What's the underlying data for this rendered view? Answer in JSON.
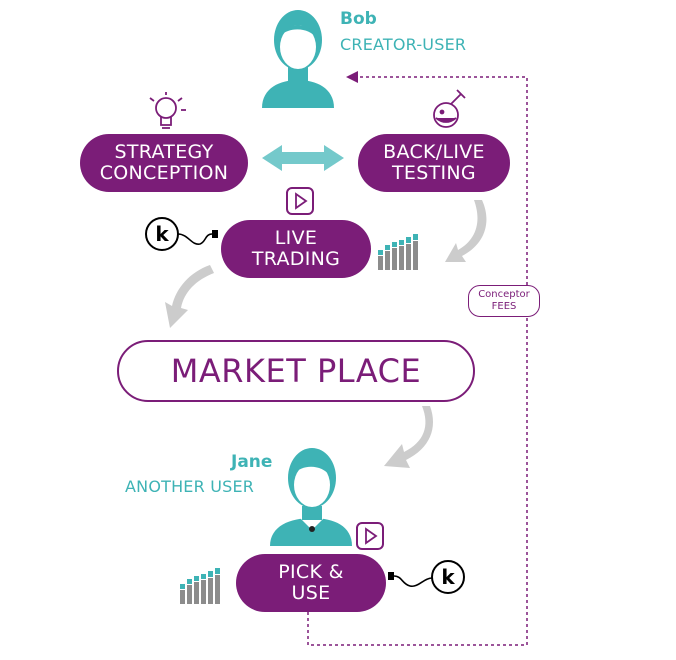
{
  "creator": {
    "name": "Bob",
    "role": "CREATOR-USER"
  },
  "user": {
    "name": "Jane",
    "role": "ANOTHER USER"
  },
  "nodes": {
    "strategy": "STRATEGY\nCONCEPTION",
    "testing": "BACK/LIVE\nTESTING",
    "live_trading": "LIVE\nTRADING",
    "market_place": "MARKET PLACE",
    "pick_use": "PICK &\nUSE"
  },
  "fees_label": "Conceptor\nFEES",
  "colors": {
    "purple": "#7b1d78",
    "teal": "#3eb3b5",
    "grey_arrow": "#c8c8c8",
    "bar_grey": "#8c8c8c"
  },
  "icons": [
    "person-icon",
    "lightbulb-icon",
    "flask-icon",
    "play-icon",
    "broker-plug-icon",
    "bar-chart-icon",
    "curved-arrow-icon",
    "double-arrow-icon"
  ]
}
